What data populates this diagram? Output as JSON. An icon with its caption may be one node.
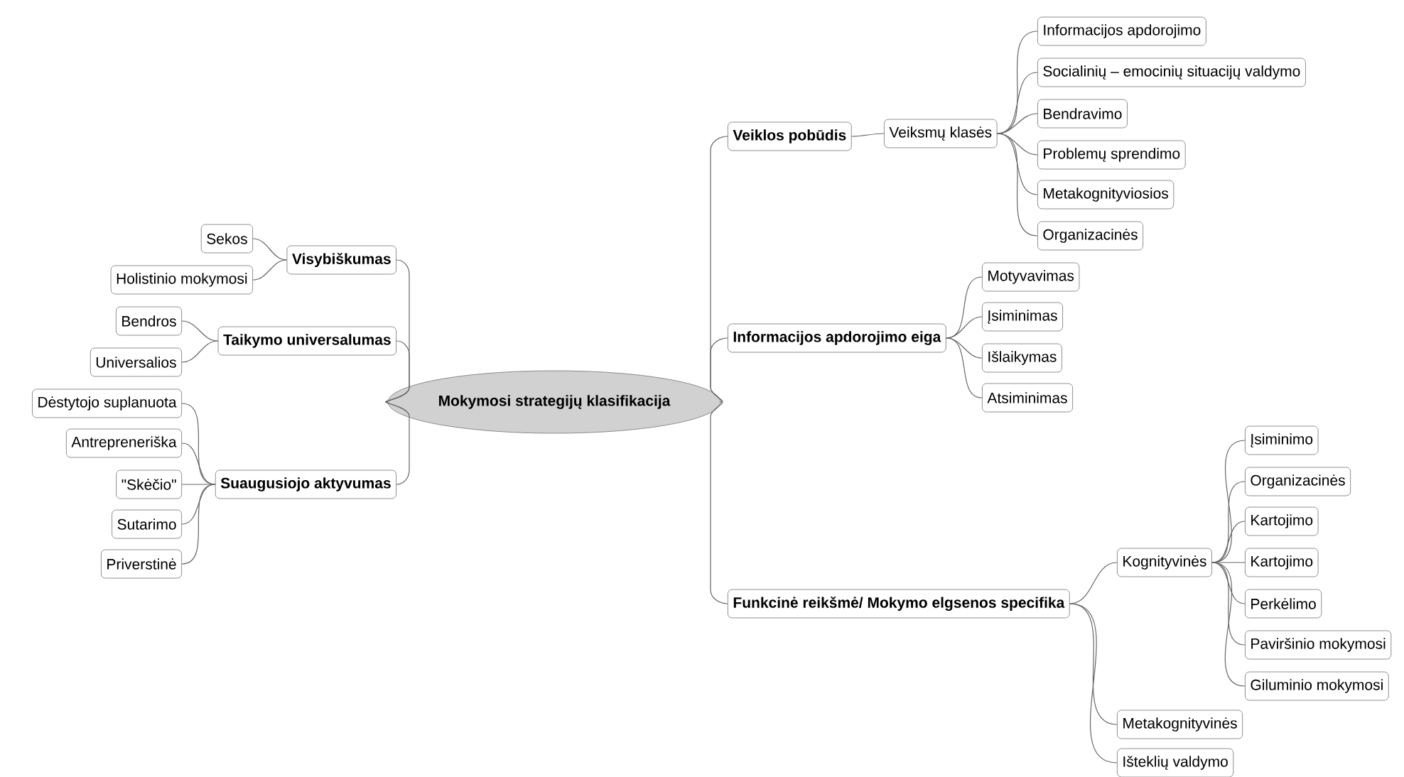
{
  "diagram": {
    "nodes": [
      {
        "text": [
          "Mokymosi strategijų klasifikacija"
        ]
      },
      {
        "text": [
          "Veiklos pobūdis"
        ]
      },
      {
        "text": [
          "Veiksmų klasės"
        ]
      },
      {
        "text": [
          "Informacijos apdorojimo"
        ]
      },
      {
        "text": [
          "Socialinių – emocinių situacijų valdymo"
        ]
      },
      {
        "text": [
          "Bendravimo"
        ]
      },
      {
        "text": [
          "Problemų sprendimo"
        ]
      },
      {
        "text": [
          "Metakognityviosios"
        ]
      },
      {
        "text": [
          "Organizacinės"
        ]
      },
      {
        "text": [
          "Informacijos apdorojimo eiga"
        ]
      },
      {
        "text": [
          "Motyvavimas"
        ]
      },
      {
        "text": [
          "Įsiminimas"
        ]
      },
      {
        "text": [
          "Išlaikymas"
        ]
      },
      {
        "text": [
          "Atsiminimas"
        ]
      },
      {
        "text": [
          "Funkcinė reikšmė/ Mokymo elgsenos specifika"
        ]
      },
      {
        "text": [
          "Kognityvinės"
        ]
      },
      {
        "text": [
          "Įsiminimo"
        ]
      },
      {
        "text": [
          "Organizacinės"
        ]
      },
      {
        "text": [
          "Kartojimo"
        ]
      },
      {
        "text": [
          "Kartojimo"
        ]
      },
      {
        "text": [
          "Perkėlimo"
        ]
      },
      {
        "text": [
          "Paviršinio mokymosi"
        ]
      },
      {
        "text": [
          "Giluminio mokymosi"
        ]
      },
      {
        "text": [
          "Metakognityvinės"
        ]
      },
      {
        "text": [
          "Išteklių valdymo"
        ]
      },
      {
        "text": [
          "Visybiškumas"
        ]
      },
      {
        "text": [
          "Sekos"
        ]
      },
      {
        "text": [
          "Holistinio mokymosi"
        ]
      },
      {
        "text": [
          "Taikymo universalumas"
        ]
      },
      {
        "text": [
          "Bendros"
        ]
      },
      {
        "text": [
          "Universalios"
        ]
      },
      {
        "text": [
          "Suaugusiojo aktyvumas"
        ]
      },
      {
        "text": [
          "Dėstytojo suplanuota"
        ]
      },
      {
        "text": [
          "Antrepreneriška"
        ]
      },
      {
        "text": [
          "\"Skėčio\""
        ]
      },
      {
        "text": [
          "Sutarimo"
        ]
      },
      {
        "text": [
          "Priverstinė"
        ]
      }
    ],
    "edges": [
      {
        "from": 0,
        "to": 1,
        "arrow": "none"
      },
      {
        "from": 1,
        "to": 2,
        "arrow": "none"
      },
      {
        "from": 2,
        "to": 3,
        "arrow": "none"
      },
      {
        "from": 2,
        "to": 4,
        "arrow": "none"
      },
      {
        "from": 2,
        "to": 5,
        "arrow": "none"
      },
      {
        "from": 2,
        "to": 6,
        "arrow": "none"
      },
      {
        "from": 2,
        "to": 7,
        "arrow": "none"
      },
      {
        "from": 2,
        "to": 8,
        "arrow": "none"
      },
      {
        "from": 0,
        "to": 9,
        "arrow": "none"
      },
      {
        "from": 9,
        "to": 10,
        "arrow": "none"
      },
      {
        "from": 9,
        "to": 11,
        "arrow": "none"
      },
      {
        "from": 9,
        "to": 12,
        "arrow": "none"
      },
      {
        "from": 9,
        "to": 13,
        "arrow": "none"
      },
      {
        "from": 0,
        "to": 14,
        "arrow": "none"
      },
      {
        "from": 14,
        "to": 15,
        "arrow": "none"
      },
      {
        "from": 15,
        "to": 16,
        "arrow": "none"
      },
      {
        "from": 15,
        "to": 17,
        "arrow": "none"
      },
      {
        "from": 15,
        "to": 18,
        "arrow": "none"
      },
      {
        "from": 15,
        "to": 19,
        "arrow": "none"
      },
      {
        "from": 15,
        "to": 20,
        "arrow": "none"
      },
      {
        "from": 15,
        "to": 21,
        "arrow": "none"
      },
      {
        "from": 15,
        "to": 22,
        "arrow": "none"
      },
      {
        "from": 14,
        "to": 23,
        "arrow": "none"
      },
      {
        "from": 14,
        "to": 24,
        "arrow": "none"
      },
      {
        "from": 0,
        "to": 25,
        "arrow": "none"
      },
      {
        "from": 25,
        "to": 26,
        "arrow": "none"
      },
      {
        "from": 25,
        "to": 27,
        "arrow": "none"
      },
      {
        "from": 0,
        "to": 28,
        "arrow": "none"
      },
      {
        "from": 28,
        "to": 29,
        "arrow": "none"
      },
      {
        "from": 28,
        "to": 30,
        "arrow": "none"
      },
      {
        "from": 0,
        "to": 31,
        "arrow": "none"
      },
      {
        "from": 31,
        "to": 32,
        "arrow": "none"
      },
      {
        "from": 31,
        "to": 33,
        "arrow": "none"
      },
      {
        "from": 31,
        "to": 34,
        "arrow": "none"
      },
      {
        "from": 31,
        "to": 35,
        "arrow": "none"
      },
      {
        "from": 31,
        "to": 36,
        "arrow": "none"
      }
    ]
  }
}
